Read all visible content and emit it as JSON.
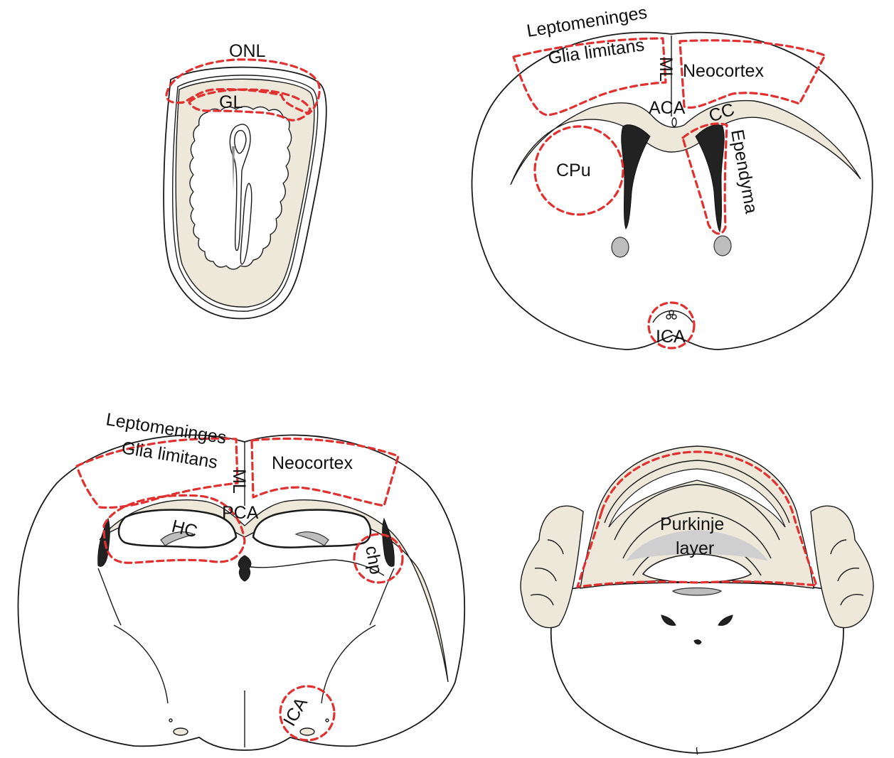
{
  "colors": {
    "outline": "#1a1a1a",
    "tissue_beige": "#ede8d9",
    "region_dashed_red": "#e03030",
    "ventricle_dark": "#222222",
    "grey": "#bdbdbd"
  },
  "olfactory_bulb": {
    "onl": "ONL",
    "gl": "GL"
  },
  "coronal_anterior": {
    "leptomeninges": "Leptomeninges",
    "glia_limitans": "Glia limitans",
    "ml": "ML",
    "neocortex": "Neocortex",
    "aca": "ACA",
    "cc": "CC",
    "ependyma": "Ependyma",
    "cpu": "CPu",
    "ica": "ICA"
  },
  "coronal_posterior": {
    "leptomeninges": "Leptomeninges",
    "glia_limitans": "Glia limitans",
    "ml": "ML",
    "neocortex": "Neocortex",
    "pca": "PCA",
    "hc": "HC",
    "chp": "chp",
    "ica": "ICA"
  },
  "cerebellum": {
    "purkinje_line1": "Purkinje",
    "purkinje_line2": "layer"
  }
}
